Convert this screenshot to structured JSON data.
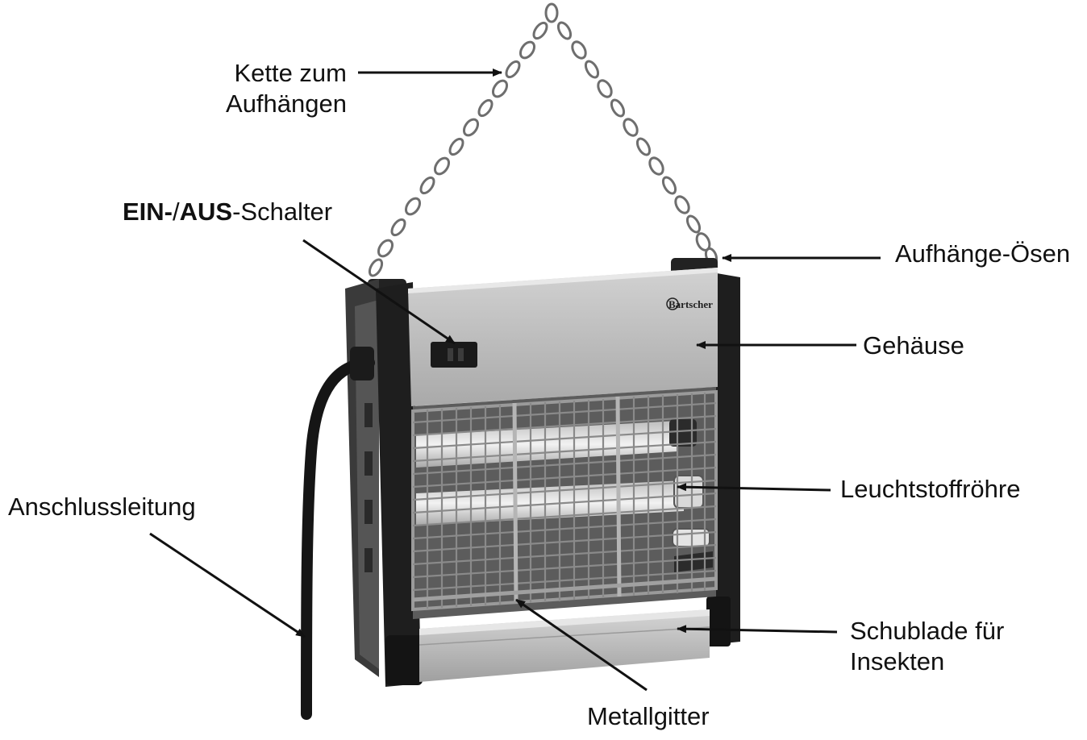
{
  "labels": {
    "chain": [
      "Kette zum",
      "Aufhängen"
    ],
    "switch_bold_1": "EIN-",
    "switch_slash": "/",
    "switch_bold_2": "AUS",
    "switch_rest": "-Schalter",
    "eyelets": "Aufhänge-Ösen",
    "housing": "Gehäuse",
    "tube": "Leuchtstoffröhre",
    "cable": "Anschlussleitung",
    "drawer": [
      "Schublade für",
      "Insekten"
    ],
    "grid": "Metallgitter"
  },
  "brand_logo": "Bartscher",
  "colors": {
    "housing_panel": "#bdbdbd",
    "frame_dark": "#1e1e1e",
    "grid_wire": "#8a8a8a",
    "tube_glow": "#e6e6e6",
    "arrow": "#111111"
  }
}
